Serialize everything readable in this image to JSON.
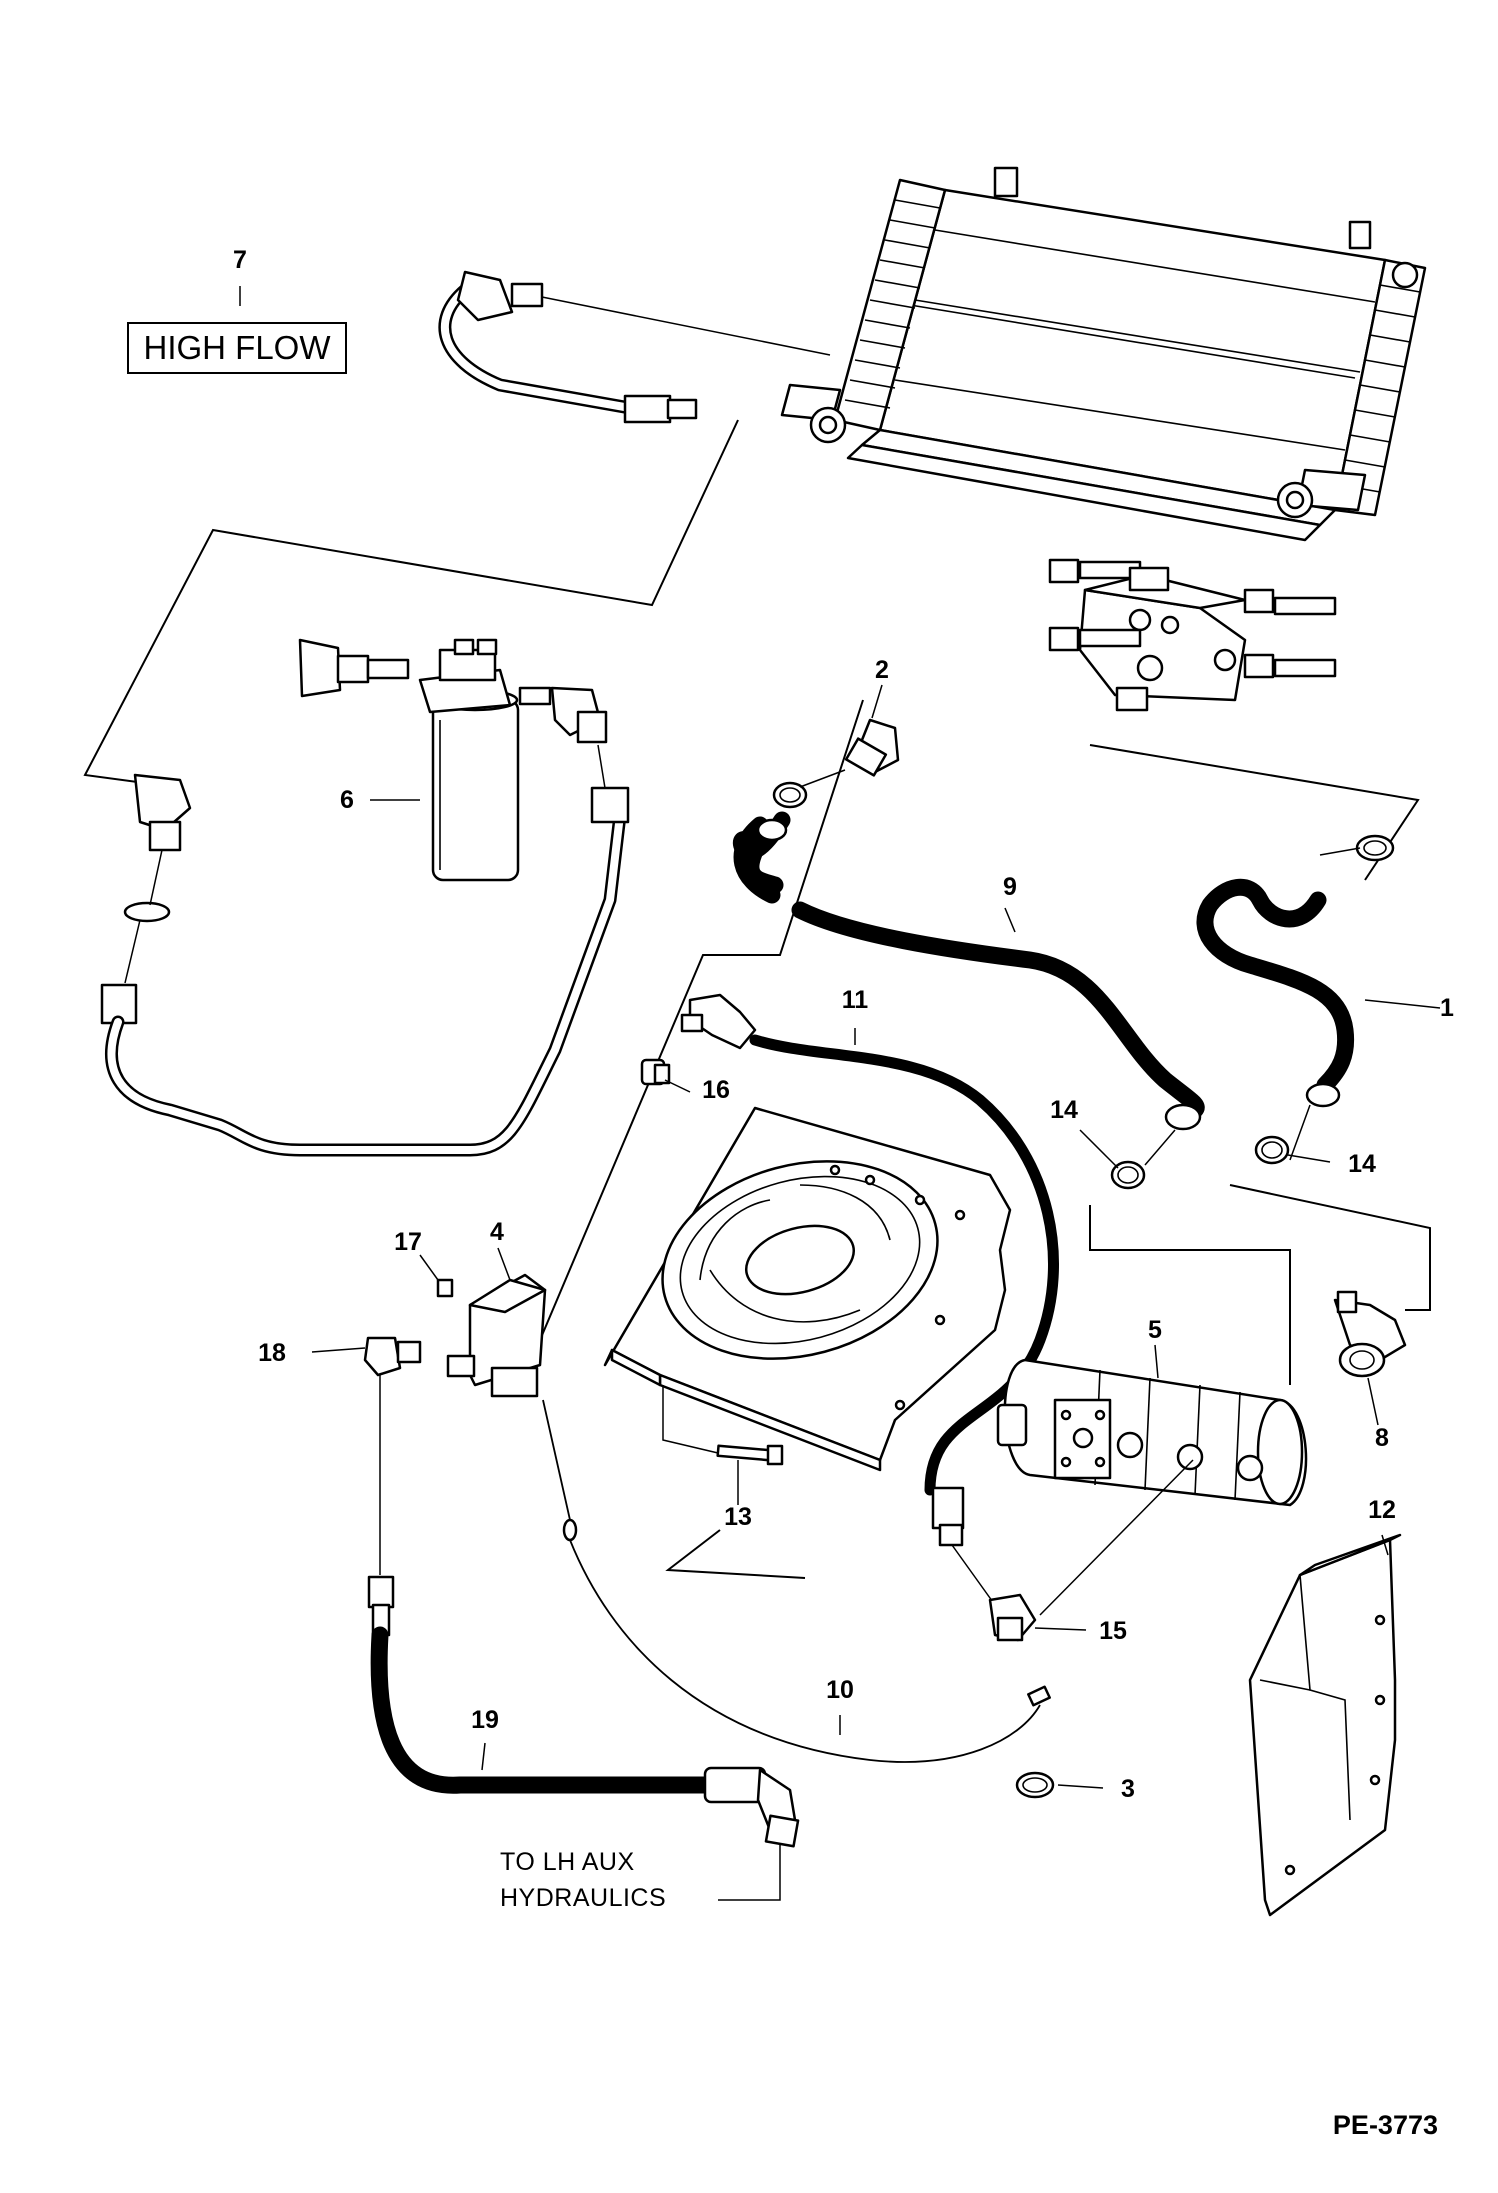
{
  "callouts": {
    "c1": "1",
    "c2": "2",
    "c3": "3",
    "c4": "4",
    "c5": "5",
    "c6": "6",
    "c7": "7",
    "c8": "8",
    "c9": "9",
    "c10": "10",
    "c11": "11",
    "c12": "12",
    "c13": "13",
    "c14a": "14",
    "c14b": "14",
    "c15": "15",
    "c16": "16",
    "c17": "17",
    "c18": "18",
    "c19": "19"
  },
  "labels": {
    "high_flow": "HIGH FLOW",
    "to_lh_aux_line1": "TO LH AUX",
    "to_lh_aux_line2": "HYDRAULICS"
  },
  "reference": "PE-3773"
}
